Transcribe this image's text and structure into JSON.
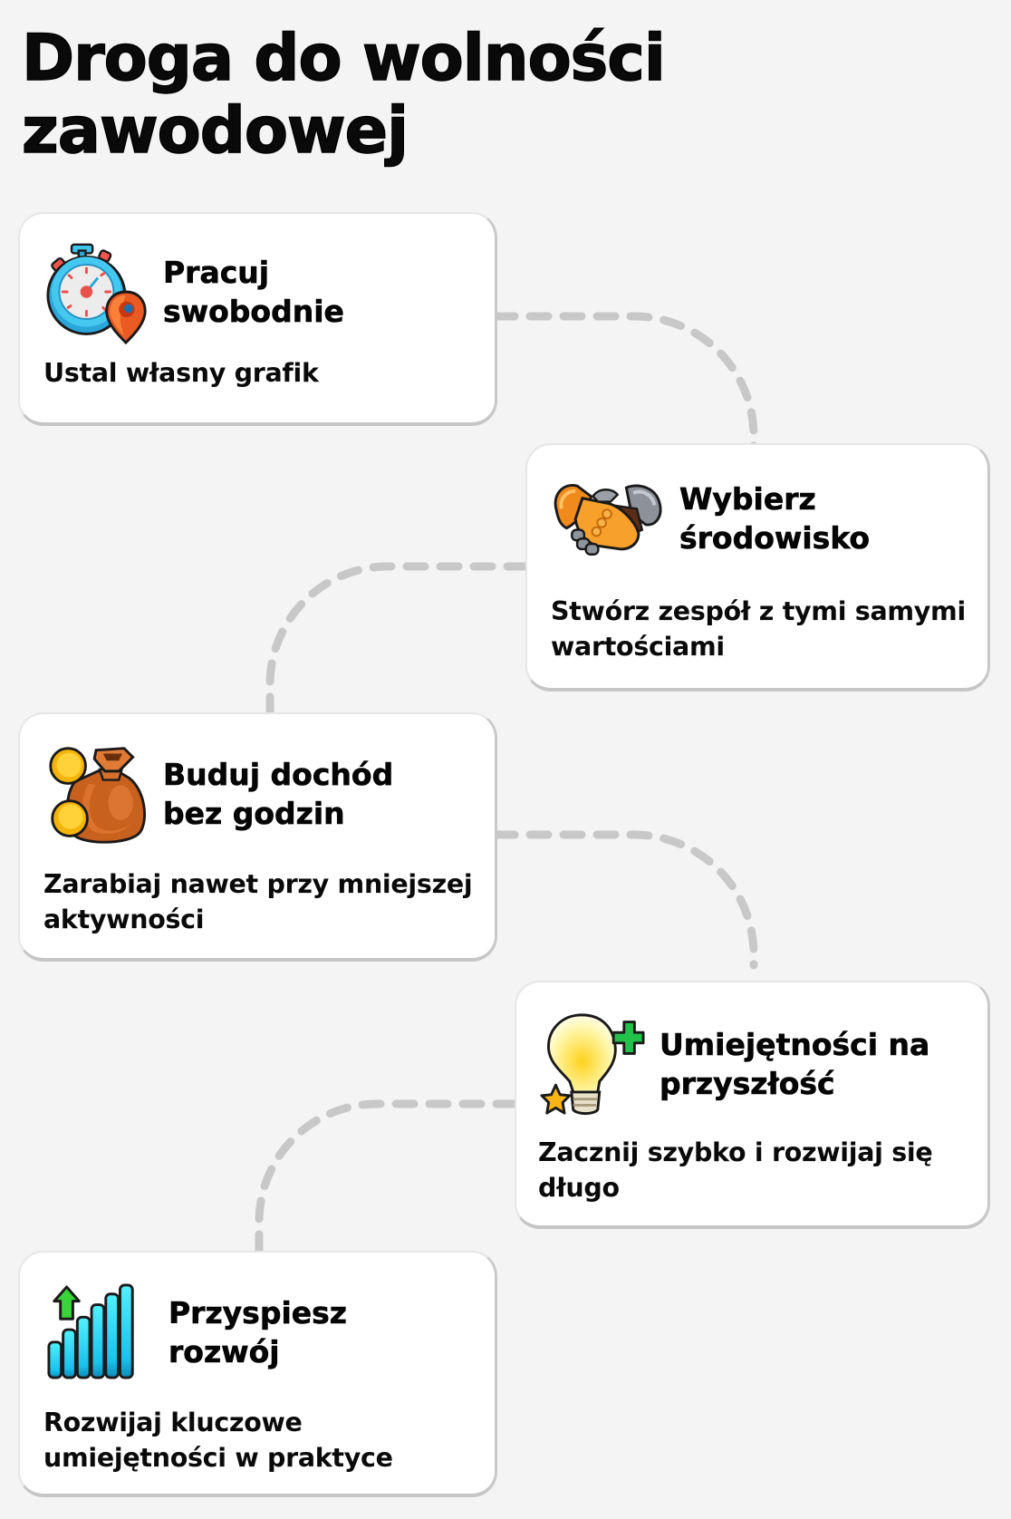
{
  "page": {
    "title": "Droga do wolności zawodowej",
    "background_color": "#f4f4f4",
    "connector_color": "#c8c8c8"
  },
  "steps": [
    {
      "title": "Pracuj swobodnie",
      "description": "Ustal własny grafik",
      "icon": "stopwatch-location-pin-icon"
    },
    {
      "title": "Wybierz środowisko",
      "description": "Stwórz zespół z tymi samymi wartościami",
      "icon": "handshake-icon"
    },
    {
      "title": "Buduj dochód bez godzin",
      "description": "Zarabiaj nawet przy mniejszej aktywności",
      "icon": "money-bag-coins-icon"
    },
    {
      "title": "Umiejętności na przyszłość",
      "description": "Zacznij szybko i rozwijaj się długo",
      "icon": "lightbulb-plus-star-icon"
    },
    {
      "title": "Przyspiesz rozwój",
      "description": "Rozwijaj kluczowe umiejętności w praktyce",
      "icon": "growth-bars-arrow-icon"
    }
  ]
}
